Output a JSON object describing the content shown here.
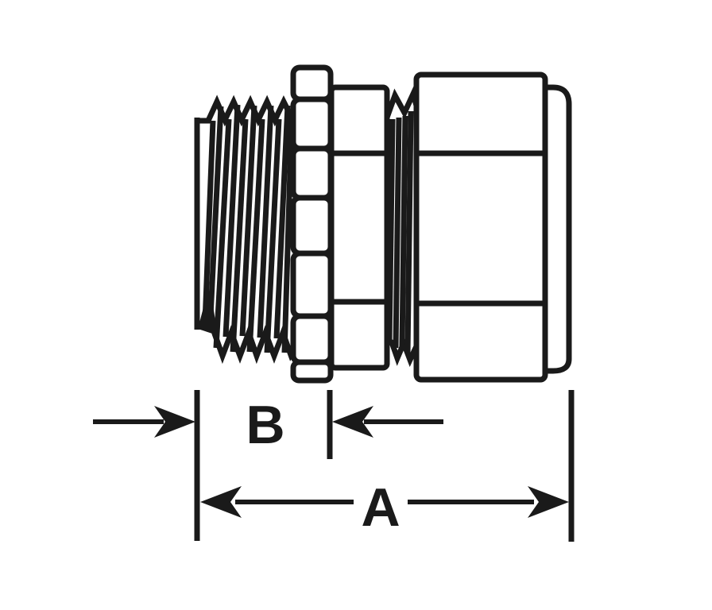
{
  "figure": {
    "kind": "technical-line-drawing",
    "subject": "straight-conduit-connector-side-view",
    "colors": {
      "ink": "#1a1a1a",
      "background": "#ffffff"
    },
    "parts": {
      "male_thread": "male-thread",
      "hex_locknut": "hex-locknut",
      "gland_body": "gland-body",
      "seal_ring": "seal-ring",
      "connector_body": "connector-body",
      "end_cap": "end-cap"
    },
    "dimensions": {
      "overall_length": {
        "label": "A"
      },
      "thread_length": {
        "label": "B"
      }
    }
  }
}
